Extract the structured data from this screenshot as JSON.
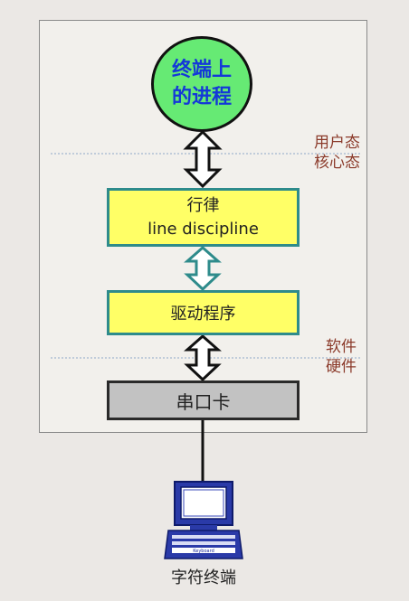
{
  "process": {
    "line1": "终端上",
    "line2": "的进程"
  },
  "line_discipline": {
    "line1": "行律",
    "line2": "line discipline"
  },
  "driver": {
    "label": "驱动程序"
  },
  "serial_card": {
    "label": "串口卡"
  },
  "boundaries": {
    "user_kernel": {
      "upper": "用户态",
      "lower": "核心态"
    },
    "software_hardware": {
      "upper": "软件",
      "lower": "硬件"
    }
  },
  "terminal": {
    "label": "字符终端",
    "keyboard_text": "Keyboard"
  },
  "colors": {
    "process_fill": "#66ea74",
    "process_text": "#1438d8",
    "box_fill": "#ffff66",
    "box_border": "#2e8b8b",
    "serial_fill": "#c2c2c2",
    "boundary_text": "#8b3a2a",
    "terminal_blue": "#1a2a9a"
  }
}
